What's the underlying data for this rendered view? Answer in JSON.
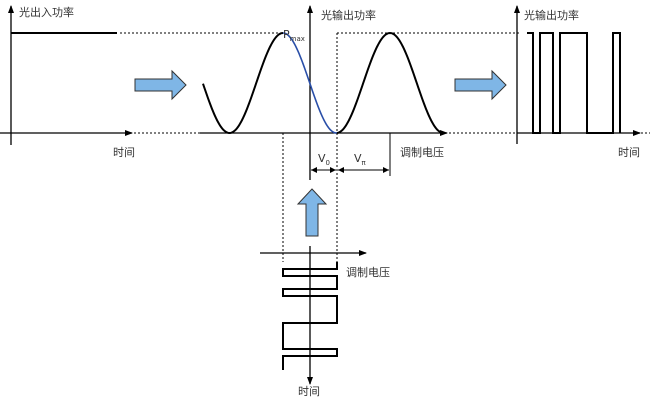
{
  "left_panel": {
    "y_label": "光出入功率",
    "x_label": "时间"
  },
  "middle_panel": {
    "y_label": "光输出功率",
    "x_label": "调制电压",
    "pmax_label": "P",
    "pmax_sub": "max",
    "v0_label": "V",
    "v0_sub": "0",
    "vpi_label": "V",
    "vpi_sub": "π"
  },
  "bottom_panel": {
    "x_label": "调制电压",
    "y_label": "时间"
  },
  "right_panel": {
    "y_label": "光输出功率",
    "x_label": "时间"
  },
  "colors": {
    "arrow_fill": "#7fb6e6",
    "highlight_curve": "#2a4fa8"
  }
}
